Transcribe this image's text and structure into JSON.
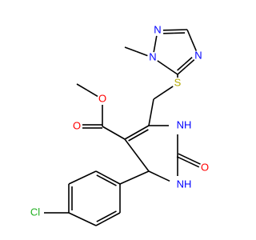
{
  "molecule": {
    "colors": {
      "C": "#000000",
      "N": "#0000ff",
      "O": "#ff0000",
      "S": "#b2a800",
      "Cl": "#22b022"
    },
    "atoms": [
      {
        "id": "ch3_n",
        "element": "C",
        "label": ""
      },
      {
        "id": "n1_tri",
        "element": "N",
        "label": "N"
      },
      {
        "id": "n2_tri",
        "element": "N",
        "label": "N"
      },
      {
        "id": "c3_tri",
        "element": "C",
        "label": ""
      },
      {
        "id": "n4_tri",
        "element": "N",
        "label": "N"
      },
      {
        "id": "c5_tri",
        "element": "C",
        "label": ""
      },
      {
        "id": "s",
        "element": "S",
        "label": "S"
      },
      {
        "id": "ch2",
        "element": "C",
        "label": ""
      },
      {
        "id": "c6",
        "element": "C",
        "label": ""
      },
      {
        "id": "n1h",
        "element": "N",
        "label": "NH"
      },
      {
        "id": "c2",
        "element": "C",
        "label": ""
      },
      {
        "id": "o_urea",
        "element": "O",
        "label": "O"
      },
      {
        "id": "n3h",
        "element": "N",
        "label": "NH"
      },
      {
        "id": "c4",
        "element": "C",
        "label": ""
      },
      {
        "id": "c5",
        "element": "C",
        "label": ""
      },
      {
        "id": "c_ester",
        "element": "C",
        "label": ""
      },
      {
        "id": "o_carbonyl",
        "element": "O",
        "label": "O"
      },
      {
        "id": "o_ester",
        "element": "O",
        "label": "O"
      },
      {
        "id": "ch3_o",
        "element": "C",
        "label": ""
      },
      {
        "id": "ph1",
        "element": "C",
        "label": ""
      },
      {
        "id": "ph2",
        "element": "C",
        "label": ""
      },
      {
        "id": "ph3",
        "element": "C",
        "label": ""
      },
      {
        "id": "ph4",
        "element": "C",
        "label": ""
      },
      {
        "id": "ph5",
        "element": "C",
        "label": ""
      },
      {
        "id": "ph6",
        "element": "C",
        "label": ""
      },
      {
        "id": "cl",
        "element": "Cl",
        "label": "Cl"
      }
    ],
    "bonds": [
      {
        "a": "ch3_n",
        "b": "n1_tri",
        "order": 1
      },
      {
        "a": "n1_tri",
        "b": "n2_tri",
        "order": 1
      },
      {
        "a": "n2_tri",
        "b": "c3_tri",
        "order": 2
      },
      {
        "a": "c3_tri",
        "b": "n4_tri",
        "order": 1
      },
      {
        "a": "n4_tri",
        "b": "c5_tri",
        "order": 2
      },
      {
        "a": "c5_tri",
        "b": "n1_tri",
        "order": 1
      },
      {
        "a": "c5_tri",
        "b": "s",
        "order": 1
      },
      {
        "a": "s",
        "b": "ch2",
        "order": 1
      },
      {
        "a": "ch2",
        "b": "c6",
        "order": 1
      },
      {
        "a": "c6",
        "b": "n1h",
        "order": 1
      },
      {
        "a": "n1h",
        "b": "c2",
        "order": 1
      },
      {
        "a": "c2",
        "b": "o_urea",
        "order": 2
      },
      {
        "a": "c2",
        "b": "n3h",
        "order": 1
      },
      {
        "a": "n3h",
        "b": "c4",
        "order": 1
      },
      {
        "a": "c4",
        "b": "c5",
        "order": 1
      },
      {
        "a": "c5",
        "b": "c6",
        "order": 2
      },
      {
        "a": "c5",
        "b": "c_ester",
        "order": 1
      },
      {
        "a": "c_ester",
        "b": "o_carbonyl",
        "order": 2
      },
      {
        "a": "c_ester",
        "b": "o_ester",
        "order": 1
      },
      {
        "a": "o_ester",
        "b": "ch3_o",
        "order": 1
      },
      {
        "a": "c4",
        "b": "ph1",
        "order": 1
      },
      {
        "a": "ph1",
        "b": "ph2",
        "order": 2
      },
      {
        "a": "ph2",
        "b": "ph3",
        "order": 1
      },
      {
        "a": "ph3",
        "b": "ph4",
        "order": 2
      },
      {
        "a": "ph4",
        "b": "ph5",
        "order": 1
      },
      {
        "a": "ph5",
        "b": "ph6",
        "order": 2
      },
      {
        "a": "ph6",
        "b": "ph1",
        "order": 1
      },
      {
        "a": "ph4",
        "b": "cl",
        "order": 1
      }
    ]
  }
}
